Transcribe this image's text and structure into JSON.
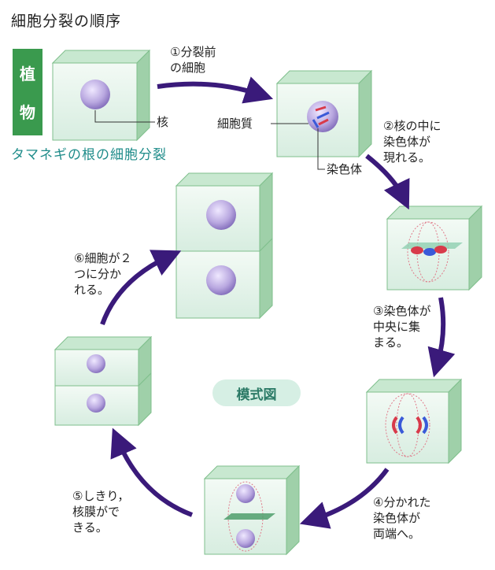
{
  "title": "細胞分裂の順序",
  "plant_tag": [
    "植",
    "物"
  ],
  "plant_subtitle": "タマネギの根の細胞分裂",
  "model_label": "模式図",
  "labels": {
    "nucleus": "核",
    "cytoplasm": "細胞質",
    "chromosome": "染色体"
  },
  "steps": [
    "①分裂前\nの細胞",
    "②核の中に\n染色体が\n現れる。",
    "③染色体が\n中央に集\nまる。",
    "④分かれた\n染色体が\n両端へ。",
    "⑤しきり，\n核膜がで\nきる。",
    "⑥細胞が２\nつに分か\nれる。"
  ],
  "colors": {
    "cell_front": "#e6f4ec",
    "cell_side": "#9fd0a9",
    "cell_top": "#c8e8d0",
    "nucleus": "#b9a8e0",
    "arrow": "#3a1a7a",
    "tag": "#3a9a4e",
    "subtitle": "#1f8c8a"
  }
}
